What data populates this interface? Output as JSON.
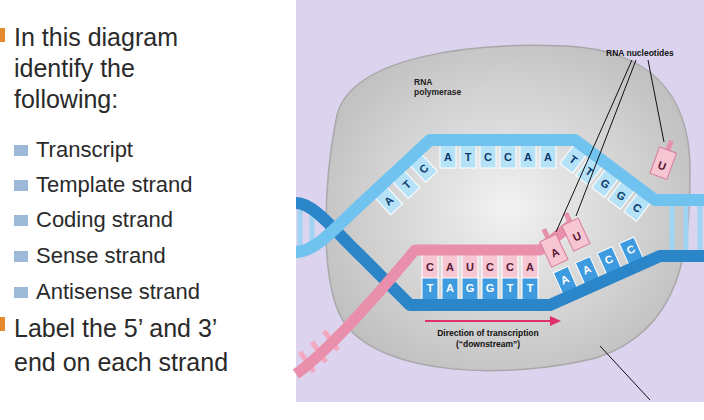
{
  "diagram": {
    "nodes": [
      {
        "text": [
          "RNA polymerase"
        ]
      }
    ],
    "labels": [
      "In this diagram identify the following:",
      "Transcript",
      "Template strand",
      "Coding strand",
      "Sense strand",
      "Antisense strand",
      "Label the 5’ and 3’ end on each strand",
      "RNA nucleotides",
      "Direction of transcription (“downstream”)",
      "A",
      "T",
      "C",
      "A",
      "T",
      "C",
      "C",
      "A",
      "A",
      "T",
      "T",
      "G",
      "G",
      "C",
      "T",
      "A",
      "G",
      "G",
      "T",
      "T",
      "A",
      "A",
      "C",
      "C",
      "C",
      "A",
      "U",
      "C",
      "C",
      "A",
      "A",
      "U",
      "U"
    ]
  }
}
